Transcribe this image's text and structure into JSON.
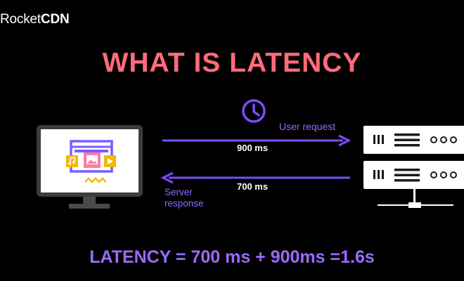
{
  "brand": {
    "part1": "Rocket",
    "part2": "CDN"
  },
  "title": "WHAT IS LATENCY",
  "request": {
    "label": "User request",
    "time": "900 ms"
  },
  "response": {
    "label": "Server response",
    "time": "700 ms"
  },
  "formula": "LATENCY = 700 ms + 900ms =1.6s",
  "colors": {
    "background": "#000000",
    "title": "#ff6b7a",
    "accent": "#7b4dff",
    "formula": "#9b6bff",
    "label": "#8f6bff",
    "window": "#7b5cff",
    "media": "#f5b800"
  },
  "icons": [
    "clock-icon",
    "monitor-icon",
    "server-icon",
    "music-icon",
    "image-icon",
    "play-icon"
  ]
}
